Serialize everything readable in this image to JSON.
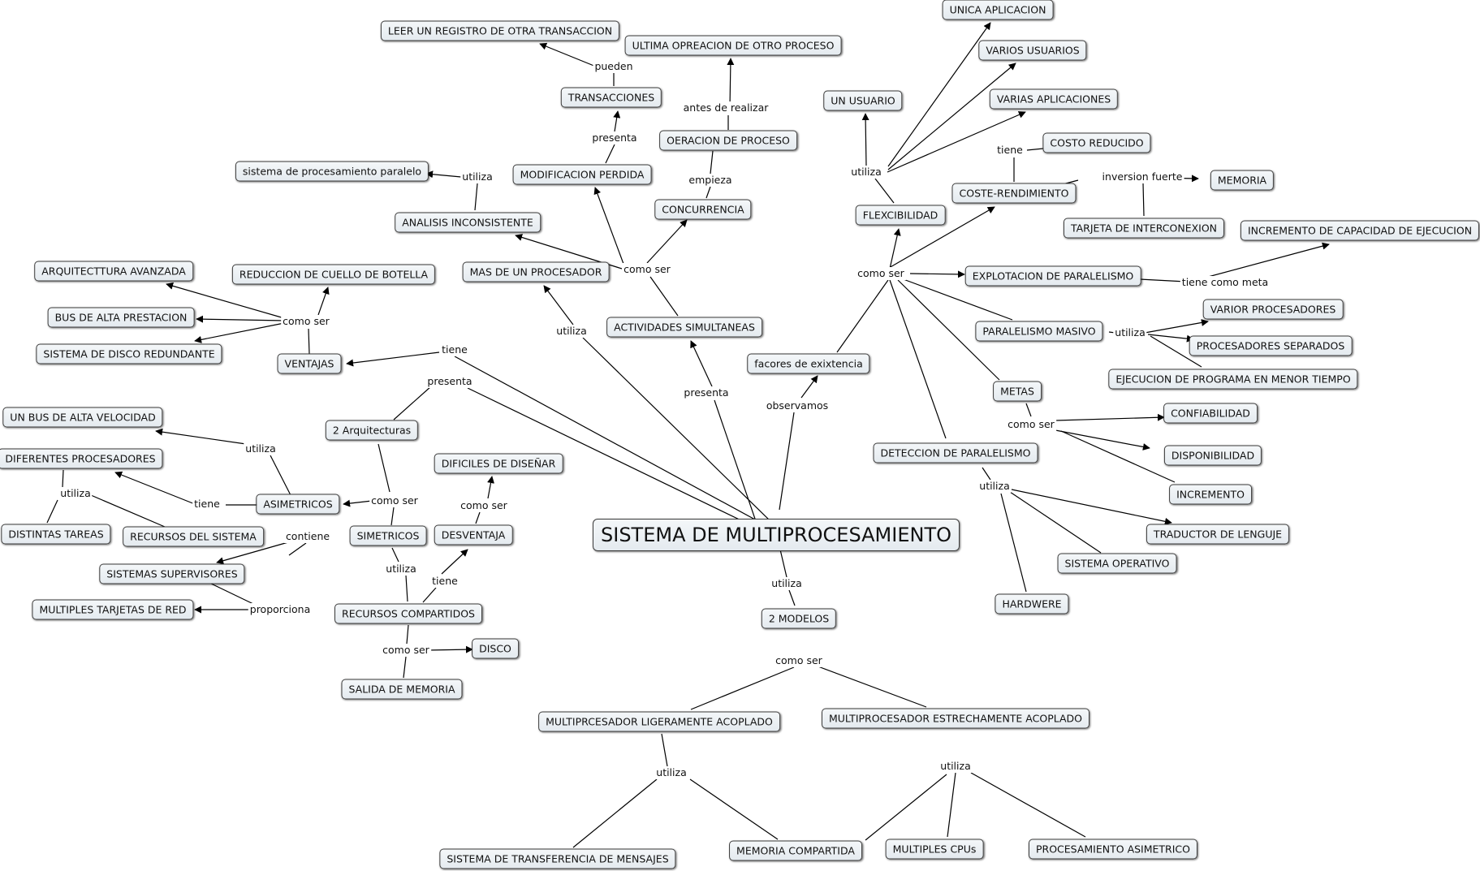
{
  "diagram": {
    "concepts": {
      "sistema": "SISTEMA DE MULTIPROCESAMIENTO",
      "leer": "LEER UN REGISTRO DE OTRA TRANSACCION",
      "ultima": "ULTIMA OPREACION DE OTRO PROCESO",
      "transacciones": "TRANSACCIONES",
      "oeracion": "OERACION DE PROCESO",
      "spp": "sistema de procesamiento paralelo",
      "modperdida": "MODIFICACION PERDIDA",
      "concurrencia": "CONCURRENCIA",
      "analisis": "ANALISIS INCONSISTENTE",
      "arqav": "ARQUITECTTURA AVANZADA",
      "reduccion": "REDUCCION DE CUELLO DE BOTELLA",
      "masproc": "MAS DE UN PROCESADOR",
      "busalta": "BUS DE ALTA PRESTACION",
      "actsim": "ACTIVIDADES SIMULTANEAS",
      "discored": "SISTEMA DE DISCO REDUNDANTE",
      "ventajas": "VENTAJAS",
      "dosarq": "2 Arquitecturas",
      "unbus": "UN BUS DE ALTA VELOCIDAD",
      "difproc": "DIFERENTES PROCESADORES",
      "dificiles": "DIFICILES DE DISEÑAR",
      "asimetricos": "ASIMETRICOS",
      "distareas": "DISTINTAS TAREAS",
      "recsis": "RECURSOS DEL SISTEMA",
      "simetricos": "SIMETRICOS",
      "desventaja": "DESVENTAJA",
      "sistsup": "SISTEMAS SUPERVISORES",
      "multtarj": "MULTIPLES TARJETAS DE RED",
      "reccomp": "RECURSOS COMPARTIDOS",
      "disco": "DISCO",
      "salmem": "SALIDA DE MEMORIA",
      "unica": "UNICA APLICACION",
      "varusu": "VARIOS USUARIOS",
      "unusu": "UN USUARIO",
      "varapl": "VARIAS APLICACIONES",
      "costored": "COSTO REDUCIDO",
      "memoria": "MEMORIA",
      "costerend": "COSTE-RENDIMIENTO",
      "flex": "FLEXCIBILIDAD",
      "tarjint": "TARJETA DE INTERCONEXION",
      "incapac": "INCREMENTO DE CAPACIDAD DE EJECUCION",
      "explot": "EXPLOTACION DE PARALELISMO",
      "varproc": "VARIOR PROCESADORES",
      "parmas": "PARALELISMO MASIVO",
      "procsep": "PROCESADORES SEPARADOS",
      "facores": "facores de exixtencia",
      "ejecprog": "EJECUCION DE PROGRAMA EN MENOR TIEMPO",
      "metas": "METAS",
      "confiab": "CONFIABILIDAD",
      "detpar": "DETECCION DE PARALELISMO",
      "dispon": "DISPONIBILIDAD",
      "incremento": "INCREMENTO",
      "traductor": "TRADUCTOR DE LENGUJE",
      "sisop": "SISTEMA OPERATIVO",
      "hardware": "HARDWERE",
      "dosmod": "2 MODELOS",
      "ligero": "MULTIPRCESADOR LIGERAMENTE ACOPLADO",
      "estrecho": "MULTIPROCESADOR ESTRECHAMENTE ACOPLADO",
      "transfmsg": "SISTEMA DE TRANSFERENCIA DE MENSAJES",
      "memcomp": "MEMORIA COMPARTIDA",
      "multcpu": "MULTIPLES CPUs",
      "procasim": "PROCESAMIENTO ASIMETRICO"
    },
    "links": {
      "pueden": "pueden",
      "antes": "antes de realizar",
      "presenta1": "presenta",
      "empieza": "empieza",
      "utiliza_spp": "utiliza",
      "comoser_top": "como ser",
      "comoser_vent": "como ser",
      "tiene_vent": "tiene",
      "utiliza_mas": "utiliza",
      "presenta_arq": "presenta",
      "presenta_act": "presenta",
      "observamos": "observamos",
      "utiliza_asim": "utiliza",
      "utiliza_dif": "utiliza",
      "tiene_asim": "tiene",
      "comoser_arq": "como ser",
      "comoser_des": "como ser",
      "contiene": "contiene",
      "utiliza_sim": "utiliza",
      "tiene_des": "tiene",
      "proporciona": "proporciona",
      "comoser_rec": "como ser",
      "utiliza_flex": "utiliza",
      "tiene_costo": "tiene",
      "inversion": "inversion fuerte",
      "comoser_right": "como ser",
      "tiene_meta": "tiene como meta",
      "utiliza_par": "utiliza",
      "comoser_metas": "como ser",
      "utiliza_det": "utiliza",
      "utiliza_mod": "utiliza",
      "comoser_mod": "como ser",
      "utiliza_lig": "utiliza",
      "utiliza_est": "utiliza"
    }
  }
}
